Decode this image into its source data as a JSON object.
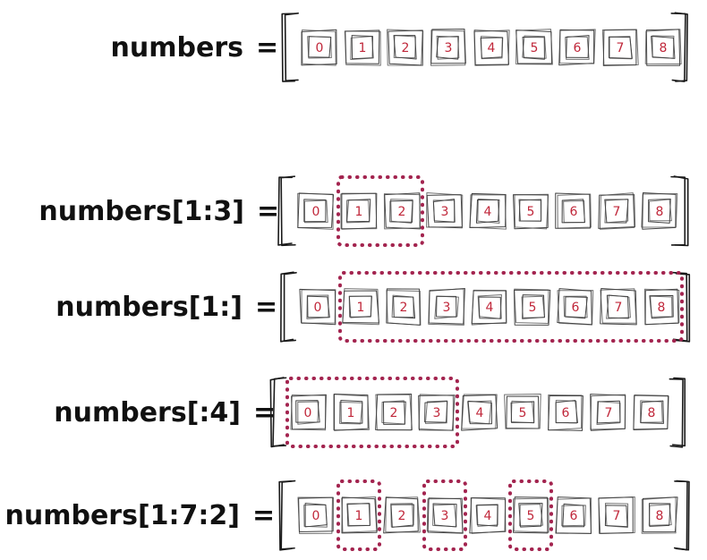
{
  "equals_text": "=",
  "elements": [
    "0",
    "1",
    "2",
    "3",
    "4",
    "5",
    "6",
    "7",
    "8"
  ],
  "colors": {
    "ink": "#1a1a1a",
    "box_stroke": "#444444",
    "digit": "#c0273a",
    "highlight": "#a3244f"
  },
  "rows": [
    {
      "label": "numbers",
      "highlight_groups": []
    },
    {
      "label": "numbers[1:3]",
      "highlight_groups": [
        [
          1,
          2
        ]
      ]
    },
    {
      "label": "numbers[1:]",
      "highlight_groups": [
        [
          1,
          8
        ]
      ]
    },
    {
      "label": "numbers[:4]",
      "highlight_groups": [
        [
          0,
          3
        ]
      ]
    },
    {
      "label": "numbers[1:7:2]",
      "highlight_groups": [
        [
          1,
          1
        ],
        [
          3,
          3
        ],
        [
          5,
          5
        ]
      ]
    }
  ]
}
